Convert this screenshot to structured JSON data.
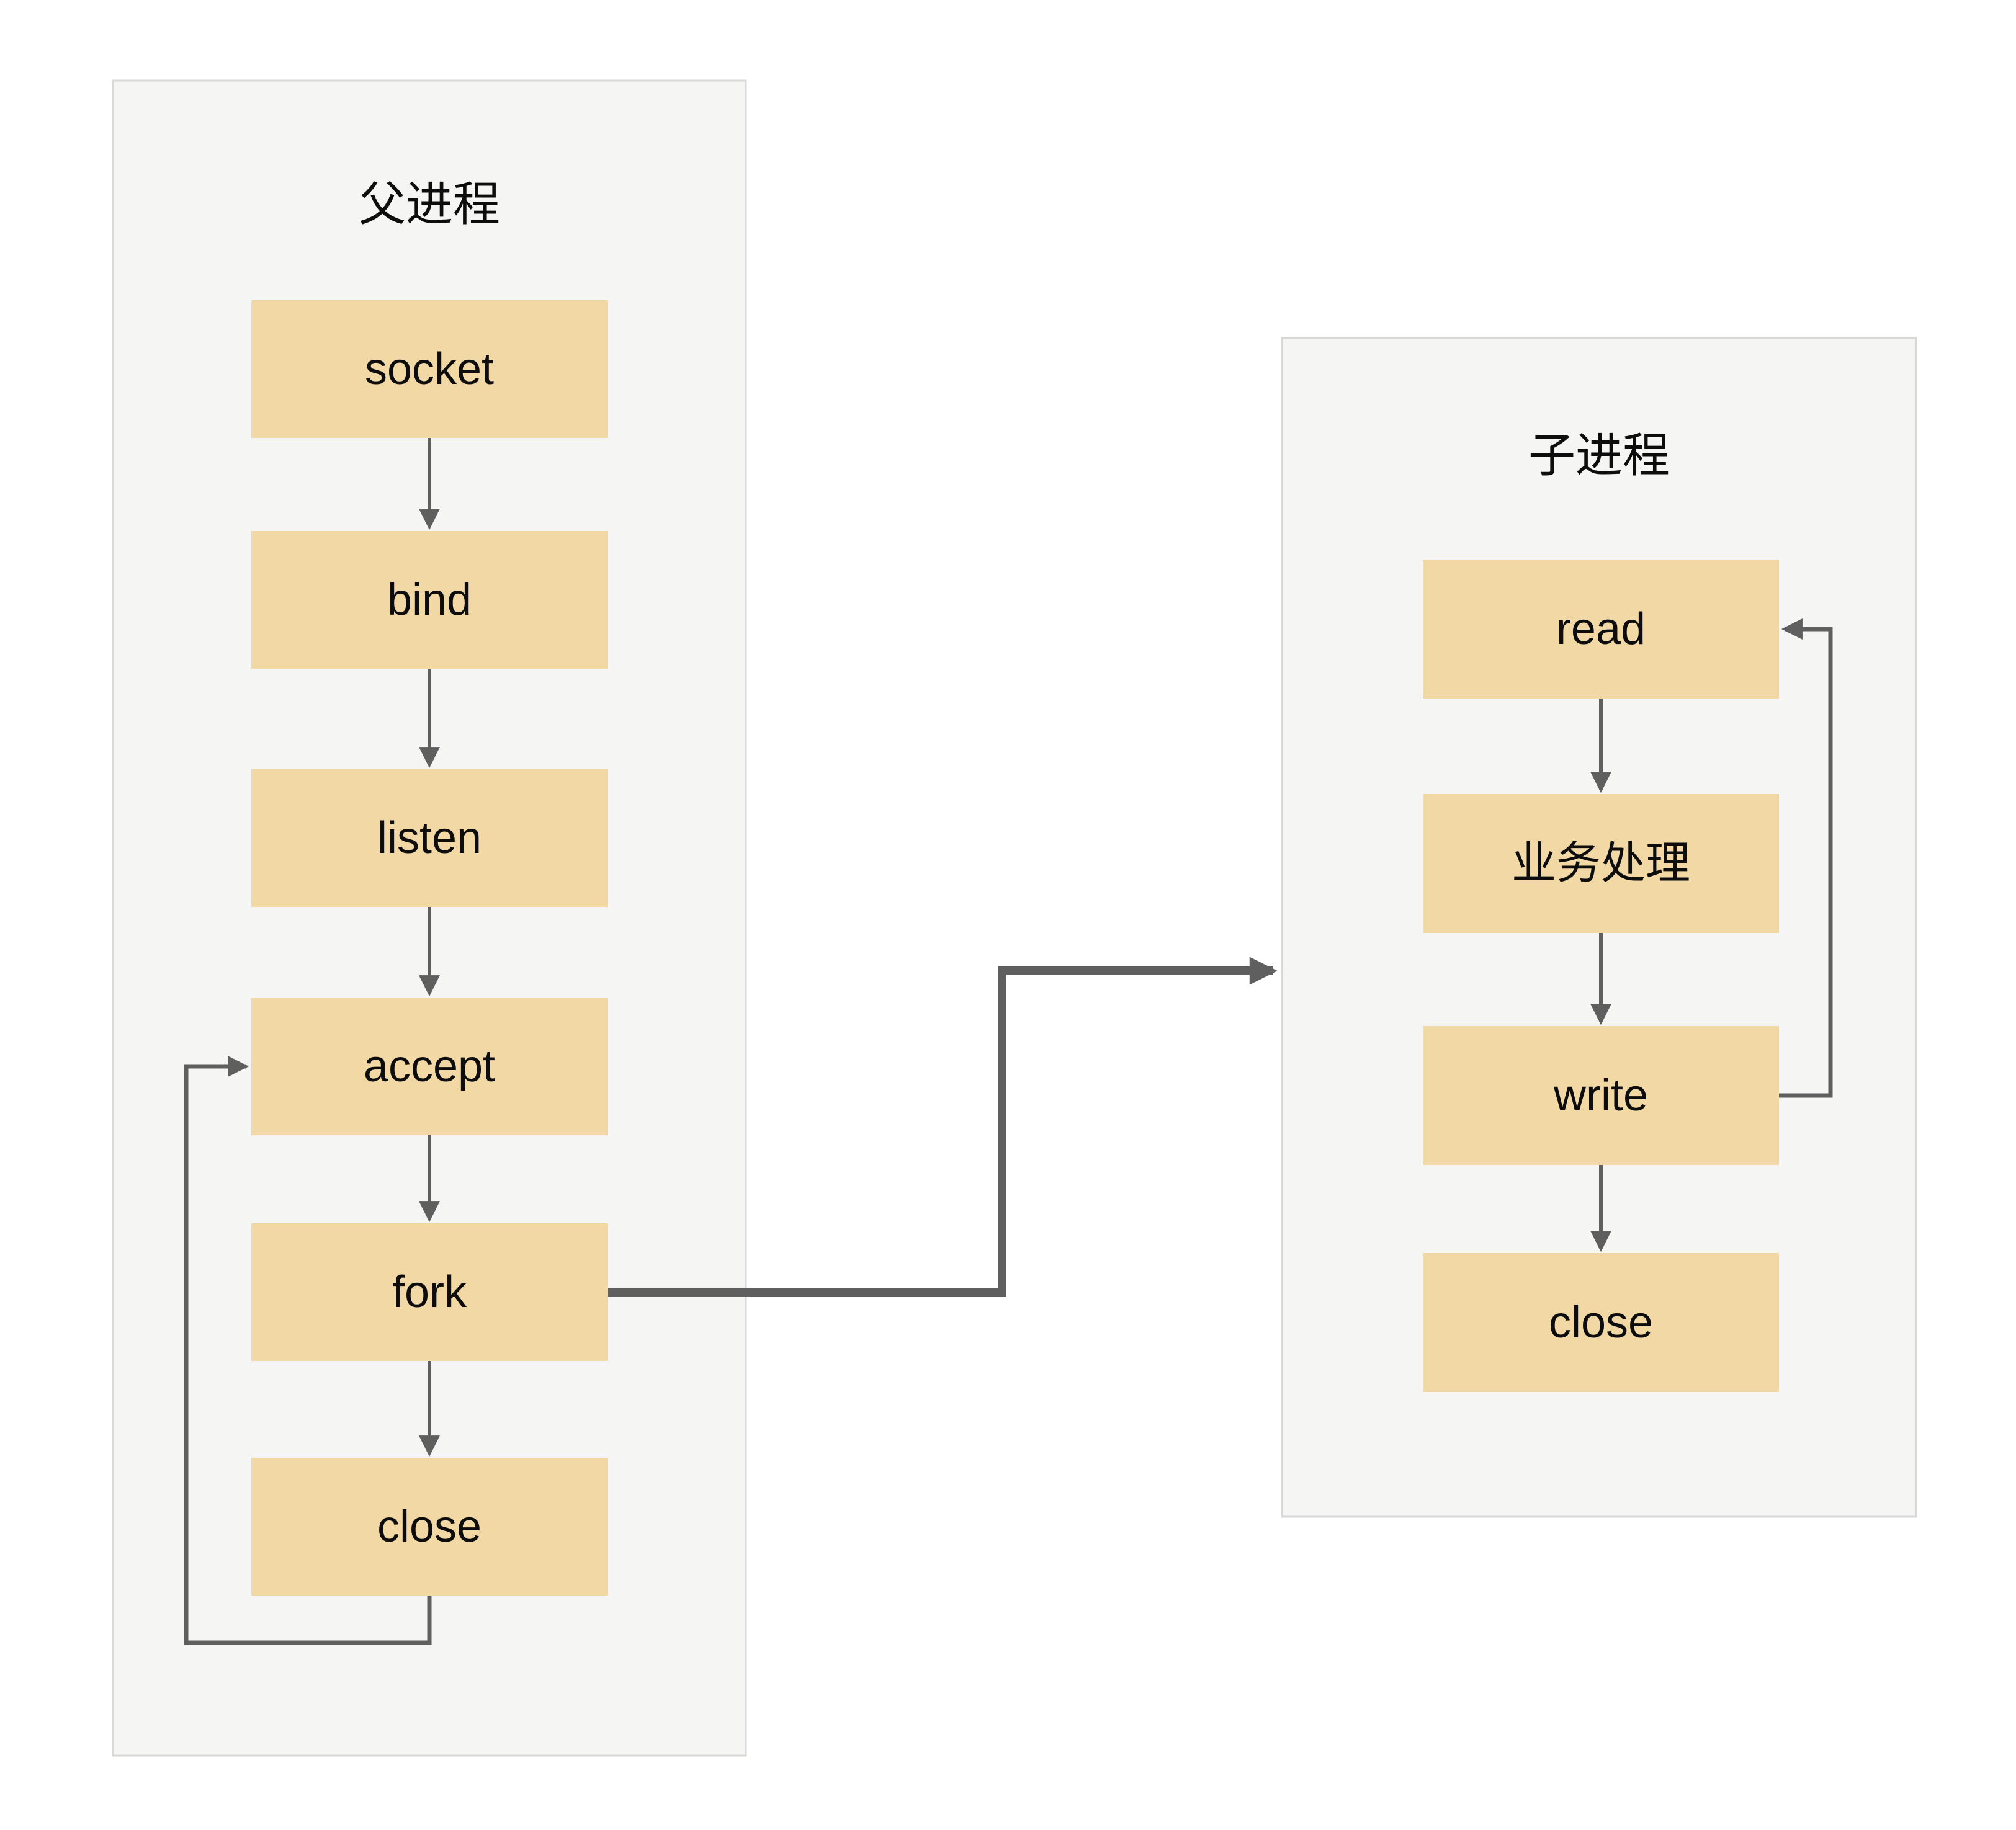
{
  "diagram": {
    "type": "flowchart",
    "subject": "forking socket server process flow",
    "palette": {
      "page_background": "#ffffff",
      "panel_fill": "#f5f5f3",
      "panel_border": "#d8d8d8",
      "node_fill": "#f2d8a4",
      "connector_color": "#5f5f5f",
      "text_color": "#0d0d0d"
    },
    "parent_panel": {
      "title": "父进程",
      "nodes": [
        "socket",
        "bind",
        "listen",
        "accept",
        "fork",
        "close"
      ]
    },
    "child_panel": {
      "title": "子进程",
      "nodes": [
        "read",
        "业务处理",
        "write",
        "close"
      ]
    },
    "edges": [
      {
        "from": "parent.socket",
        "to": "parent.bind",
        "kind": "arrow"
      },
      {
        "from": "parent.bind",
        "to": "parent.listen",
        "kind": "arrow"
      },
      {
        "from": "parent.listen",
        "to": "parent.accept",
        "kind": "arrow"
      },
      {
        "from": "parent.accept",
        "to": "parent.fork",
        "kind": "arrow"
      },
      {
        "from": "parent.fork",
        "to": "parent.close",
        "kind": "arrow"
      },
      {
        "from": "parent.close",
        "to": "parent.accept",
        "kind": "loop-back"
      },
      {
        "from": "parent.fork",
        "to": "child_panel",
        "kind": "thick-spawn-arrow"
      },
      {
        "from": "child.read",
        "to": "child.业务处理",
        "kind": "arrow"
      },
      {
        "from": "child.业务处理",
        "to": "child.write",
        "kind": "arrow"
      },
      {
        "from": "child.write",
        "to": "child.close",
        "kind": "arrow"
      },
      {
        "from": "child.write",
        "to": "child.read",
        "kind": "loop-back"
      }
    ]
  }
}
